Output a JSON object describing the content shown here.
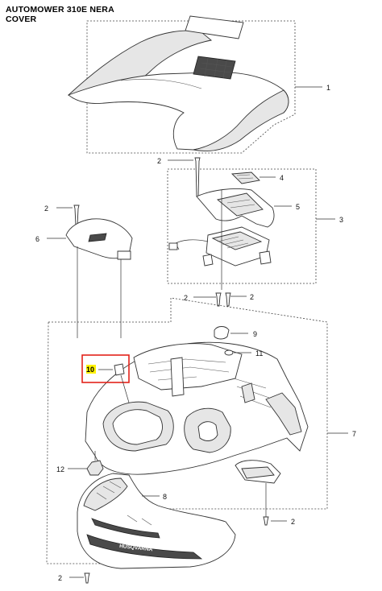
{
  "header": {
    "model": "AUTOMOWER 310E NERA",
    "section": "COVER"
  },
  "callouts": {
    "c1": "1",
    "c2a": "2",
    "c2b": "2",
    "c2c": "2",
    "c2d": "2",
    "c2e": "2",
    "c2f": "2",
    "c3": "3",
    "c4": "4",
    "c5": "5",
    "c6": "6",
    "c7": "7",
    "c8": "8",
    "c9": "9",
    "c10": "10",
    "c11": "11",
    "c12": "12"
  },
  "branding": {
    "bumper_text": "HUSQVARNA"
  },
  "colors": {
    "highlight_box": "#e2231a",
    "highlight_fill": "#fff200"
  }
}
